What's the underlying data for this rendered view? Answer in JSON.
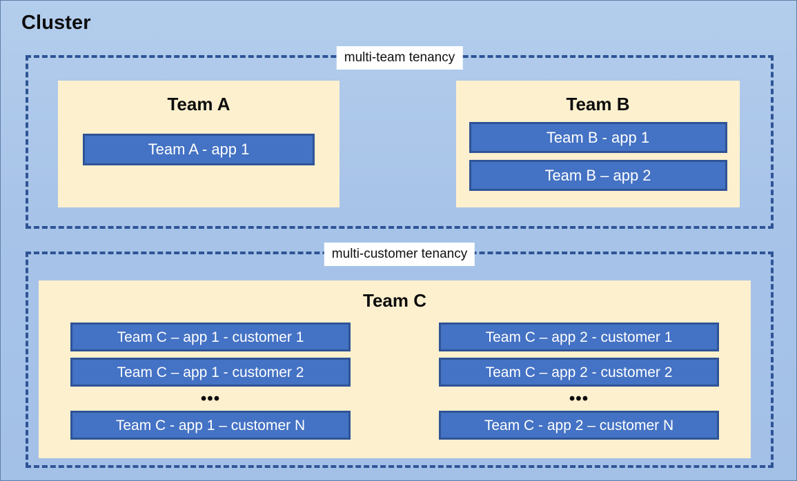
{
  "diagram": {
    "title": "Cluster",
    "colors": {
      "cluster_background": "#a7c3e8",
      "tenancy_border": "#2f5496",
      "team_panel": "#fdf0ce",
      "app_box_fill": "#4472c4",
      "app_box_border": "#2f5496",
      "app_box_text": "#ffffff",
      "label_background": "#ffffff",
      "text": "#0d0d0d"
    },
    "tenancies": [
      {
        "id": "multi-team",
        "label": "multi-team tenancy",
        "teams": [
          {
            "id": "team-a",
            "title": "Team A",
            "apps": [
              "Team A - app 1"
            ]
          },
          {
            "id": "team-b",
            "title": "Team B",
            "apps": [
              "Team B - app 1",
              "Team B – app 2"
            ]
          }
        ]
      },
      {
        "id": "multi-customer",
        "label": "multi-customer tenancy",
        "teams": [
          {
            "id": "team-c",
            "title": "Team C",
            "columns": [
              {
                "id": "team-c-app-1",
                "top_apps": [
                  "Team C – app 1 - customer 1",
                  "Team C – app 1 - customer 2"
                ],
                "ellipsis": "•••",
                "last_app": "Team C - app 1 – customer N"
              },
              {
                "id": "team-c-app-2",
                "top_apps": [
                  "Team C – app 2 - customer 1",
                  "Team C – app 2 - customer 2"
                ],
                "ellipsis": "•••",
                "last_app": "Team C - app 2 – customer N"
              }
            ]
          }
        ]
      }
    ]
  }
}
